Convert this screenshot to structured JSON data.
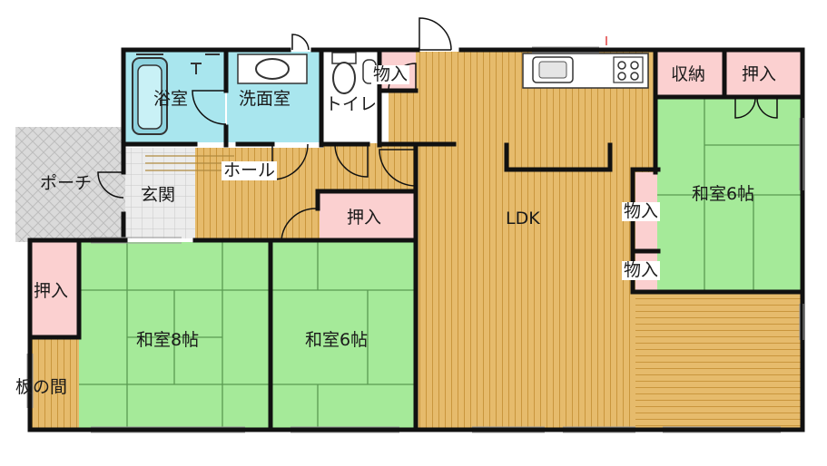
{
  "rooms": {
    "bath": "浴室",
    "washroom": "洗面室",
    "toilet": "トイレ",
    "storage_top": "物入",
    "closet_shuno": "収納",
    "closet_oshiire_top_right": "押入",
    "porch": "ポーチ",
    "entrance": "玄関",
    "hall": "ホール",
    "closet_oshiire_hall": "押入",
    "ldk": "LDK",
    "storage_mid_1": "物入",
    "storage_mid_2": "物入",
    "washitsu_6_right": "和室6帖",
    "closet_oshiire_left": "押入",
    "washitsu_8": "和室8帖",
    "washitsu_6_center": "和室6帖",
    "itanoma": "板の間"
  },
  "colors": {
    "wall": "#111111",
    "wood": "#e6bb6c",
    "wood_line": "#c9963d",
    "tatami": "#a5ea99",
    "tatami_line": "#5a9a52",
    "closet": "#fbd0d0",
    "bath_water": "#a9e6ee",
    "tile": "#e9e9e9",
    "porch": "#d7d7d7"
  }
}
